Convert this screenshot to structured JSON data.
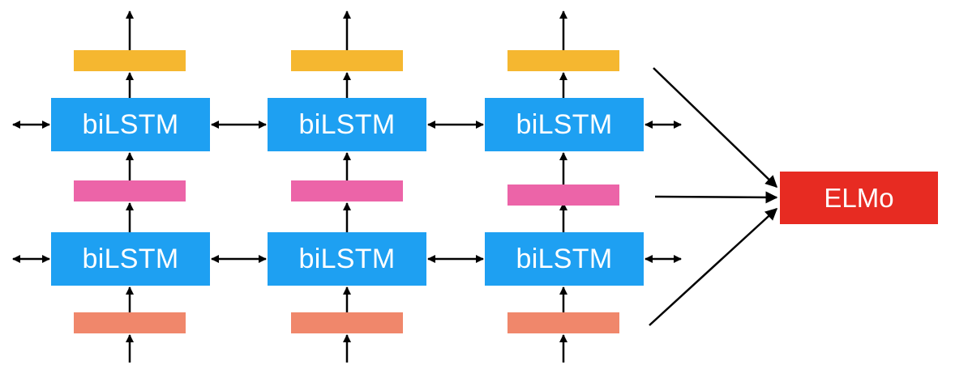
{
  "colors": {
    "lstm": "#1EA0F2",
    "top_bar": "#F5B730",
    "mid_bar": "#EC64A8",
    "input_bar": "#F0876B",
    "elmo": "#E72B22",
    "arrow": "#000000"
  },
  "layers": [
    {
      "cells": [
        {
          "label": "biLSTM"
        },
        {
          "label": "biLSTM"
        },
        {
          "label": "biLSTM"
        }
      ]
    },
    {
      "cells": [
        {
          "label": "biLSTM"
        },
        {
          "label": "biLSTM"
        },
        {
          "label": "biLSTM"
        }
      ]
    }
  ],
  "output": {
    "label": "ELMo"
  }
}
